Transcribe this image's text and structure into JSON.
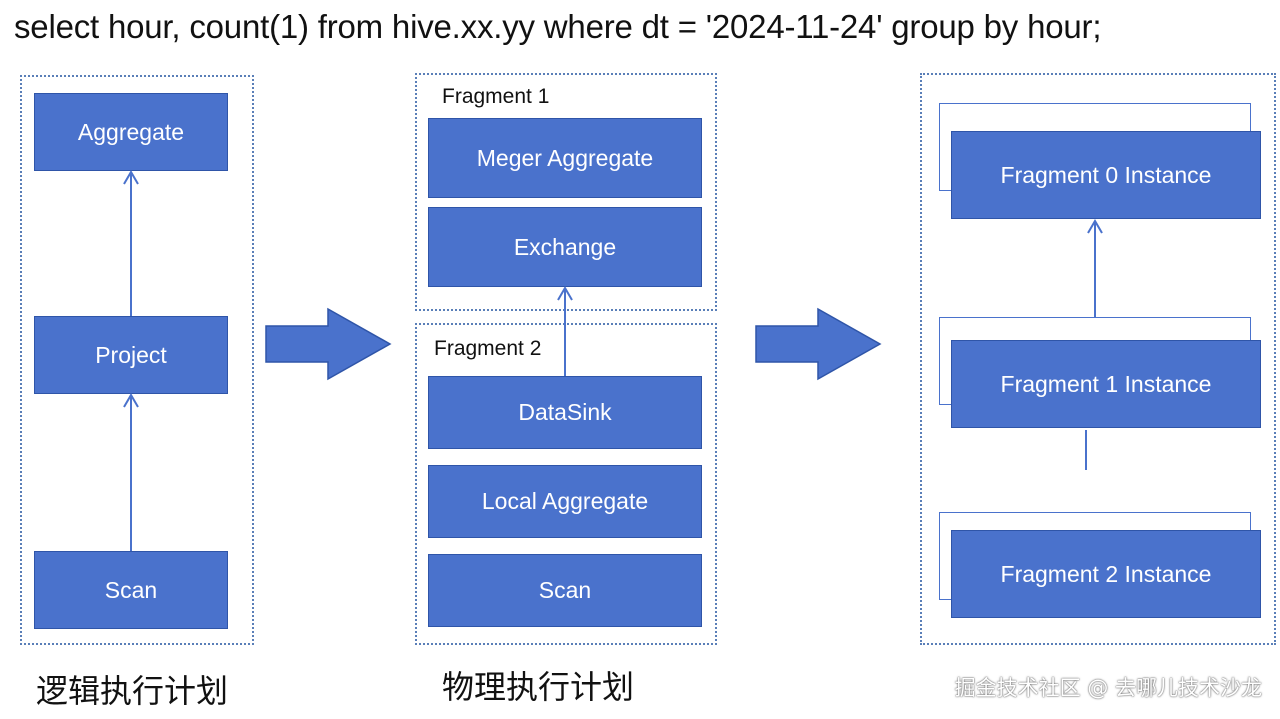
{
  "sql": "select hour, count(1) from hive.xx.yy where dt = '2024-11-24' group by hour;",
  "logical": {
    "caption": "逻辑执行计划",
    "nodes": [
      "Aggregate",
      "Project",
      "Scan"
    ]
  },
  "physical": {
    "caption": "物理执行计划",
    "fragment1": {
      "label": "Fragment 1",
      "nodes": [
        "Meger Aggregate",
        "Exchange"
      ]
    },
    "fragment2": {
      "label": "Fragment 2",
      "nodes": [
        "DataSink",
        "Local Aggregate",
        "Scan"
      ]
    }
  },
  "instances": [
    "Fragment 0 Instance",
    "Fragment 1 Instance",
    "Fragment 2 Instance"
  ],
  "watermark": "掘金技术社区 @ 去哪儿技术沙龙",
  "colors": {
    "node_fill": "#4a72cc",
    "arrow": "#4a72cc",
    "panel_border": "#5a7fb8"
  }
}
